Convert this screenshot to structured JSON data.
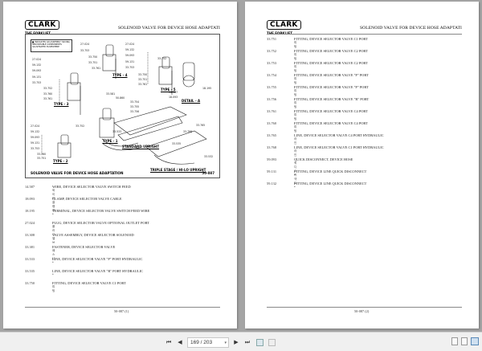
{
  "document": {
    "brand": "CLARK",
    "brand_sub": "THE FORKLIFT",
    "header_title": "SOLENOID VALVE FOR DEVICE HOSE ADAPTATI"
  },
  "left_page": {
    "diagram": {
      "legend": "■ INDICATES AN ASSEMBLY HAVING SERVICEABLE COMPONENTS ILLUSTRATED ELSEWHERE",
      "caption": "SOLENOID VALVE FOR DEVICE HOSE ADAPTATION",
      "code": "50-087",
      "labels": {
        "type1": "TYPE - 1",
        "type2": "TYPE - 2",
        "type3": "TYPE - 3",
        "type4": "TYPE - 4",
        "type5": "TYPE - 5",
        "detail": "DETAIL - A",
        "standard": "STANDARD UPRIGHT",
        "triple": "TRIPLE STAGE / HI-LO UPRIGHT"
      },
      "callouts": [
        "27.024",
        "59.132",
        "59.093",
        "59.131",
        "33.753",
        "33.752",
        "33.760",
        "33.761",
        "27.024",
        "33.753",
        "33.750",
        "33.751",
        "33.761",
        "27.024",
        "59.132",
        "59.093",
        "59.131",
        "33.753",
        "33.752",
        "33.750",
        "33.751",
        "33.761",
        "33.581",
        "50.860",
        "33.754",
        "33.755",
        "33.756",
        "14.587",
        "18.093",
        "18.195",
        "33.765",
        "33.768",
        "33.533",
        "33.535",
        "33.532",
        "27.024",
        "59.132",
        "59.093",
        "59.131",
        "33.753",
        "33.752",
        "33.760",
        "33.751",
        "59"
      ]
    },
    "parts": [
      {
        "num": "14.587",
        "desc": "WIRE, DEVICE SELECTOR VALVE SWITCH FEED",
        "kr": "와이어"
      },
      {
        "num": "18.093",
        "desc": "CLAMP, DEVICE SELECTOR VALVE CABLE",
        "kr": "클램프"
      },
      {
        "num": "18.195",
        "desc": "TERMINAL, DEVICE SELECTOR VALVE SWITCH FEED WIRE",
        "kr": "*"
      },
      {
        "num": "27.024",
        "desc": "PLUG, DEVICE SELECTOR VALVE OPTIONAL OUTLET PORT",
        "kr": "플러그"
      },
      {
        "num": "33.308",
        "desc": "VALVE ASSEMBLY, DEVICE SELECTOR SOLENOID",
        "kr": "밸브"
      },
      {
        "num": "33.381",
        "desc": "FASTENER, DEVICE SELECTOR VALVE",
        "kr": "패스너"
      },
      {
        "num": "33.533",
        "desc": "LINE, DEVICE SELECTOR VALVE \"P\" PORT HYDRAULIC",
        "kr": "*"
      },
      {
        "num": "33.535",
        "desc": "LINE, DEVICE SELECTOR VALVE \"R\" PORT HYDRAULIC",
        "kr": "*"
      },
      {
        "num": "33.750",
        "desc": "FITTING, DEVICE SELECTOR VALVE C1 PORT",
        "kr": "피팅"
      }
    ],
    "footer": "50-087 (1)"
  },
  "right_page": {
    "parts": [
      {
        "num": "33.751",
        "desc": "FITTING, DEVICE SELECTOR VALVE C1 PORT",
        "kr": "피팅"
      },
      {
        "num": "33.752",
        "desc": "FITTING, DEVICE SELECTOR VALVE C2 PORT",
        "kr": "피팅"
      },
      {
        "num": "33.753",
        "desc": "FITTING, DEVICE SELECTOR VALVE C2 PORT",
        "kr": "피팅"
      },
      {
        "num": "33.754",
        "desc": "FITTING, DEVICE SELECTOR VALVE \"P\" PORT",
        "kr": "피팅"
      },
      {
        "num": "33.755",
        "desc": "FITTING, DEVICE SELECTOR VALVE \"P\" PORT",
        "kr": "피팅"
      },
      {
        "num": "33.756",
        "desc": "FITTING, DEVICE SELECTOR VALVE \"R\" PORT",
        "kr": "피팅"
      },
      {
        "num": "33.761",
        "desc": "FITTING, DEVICE SELECTOR VALVE C4 PORT",
        "kr": "피팅"
      },
      {
        "num": "33.760",
        "desc": "FITTING, DEVICE SELECTOR VALVE C4 PORT",
        "kr": "피팅"
      },
      {
        "num": "33.765",
        "desc": "LINE, DEVICE SELECTOR VALVE C4 PORT HYDRAULIC",
        "kr": "라인"
      },
      {
        "num": "33.768",
        "desc": "LINE, DEVICE SELECTOR VALVE C1 PORT HYDRAULIC",
        "kr": "라인"
      },
      {
        "num": "59.093",
        "desc": "QUICK DISCONNECT, DEVICE HOSE",
        "kr": "퀵디스커넥트"
      },
      {
        "num": "59.131",
        "desc": "FITTING, DEVICE LINE QUICK DISCONNECT",
        "kr": "*"
      },
      {
        "num": "59.132",
        "desc": "FITTING, DEVICE LINE QUICK DISCONNECT",
        "kr": "*"
      }
    ],
    "footer": "50-087 (2)"
  },
  "toolbar": {
    "first_icon": "first-page-icon",
    "prev_icon": "prev-page-icon",
    "page_value": "169 / 203",
    "next_icon": "next-page-icon",
    "last_icon": "last-page-icon"
  }
}
